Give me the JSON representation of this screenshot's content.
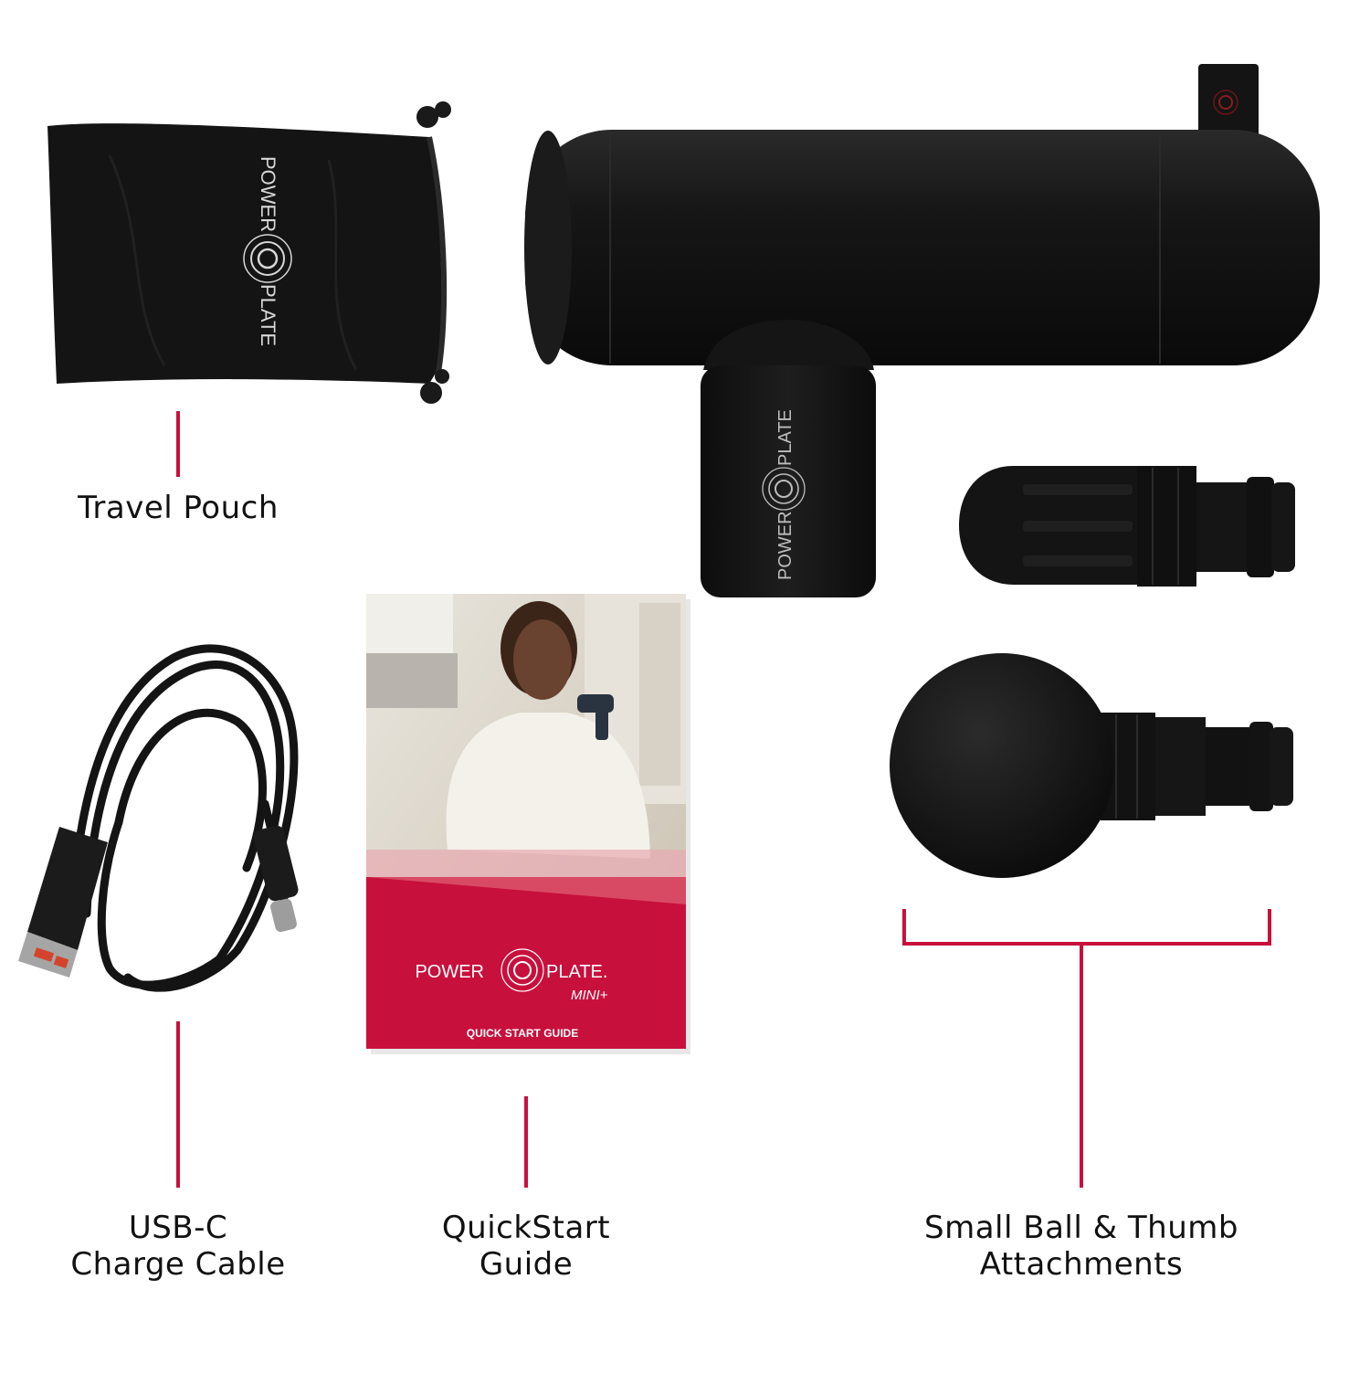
{
  "colors": {
    "accent": "#c8103c",
    "product_black": "#121212",
    "logo_gray": "#d7d7d7",
    "background": "#ffffff"
  },
  "logo": {
    "brand_left": "POWER",
    "brand_right": "PLATE",
    "brand_mark": "."
  },
  "guide_cover": {
    "brand_left": "POWER",
    "brand_right": "PLATE.",
    "model": "MINI+",
    "title": "QUICK START GUIDE"
  },
  "items": {
    "travel_pouch": {
      "line1": "Travel Pouch"
    },
    "charge_cable": {
      "line1": "USB-C",
      "line2": "Charge Cable"
    },
    "quickstart_guide": {
      "line1": "QuickStart",
      "line2": "Guide"
    },
    "attachments": {
      "line1": "Small Ball & Thumb",
      "line2": "Attachments"
    }
  },
  "icons": [
    "drawstring-pouch-icon",
    "massage-gun-icon",
    "usb-c-cable-icon",
    "quick-start-guide-icon",
    "thumb-attachment-icon",
    "ball-attachment-icon",
    "power-plate-logo-icon"
  ]
}
